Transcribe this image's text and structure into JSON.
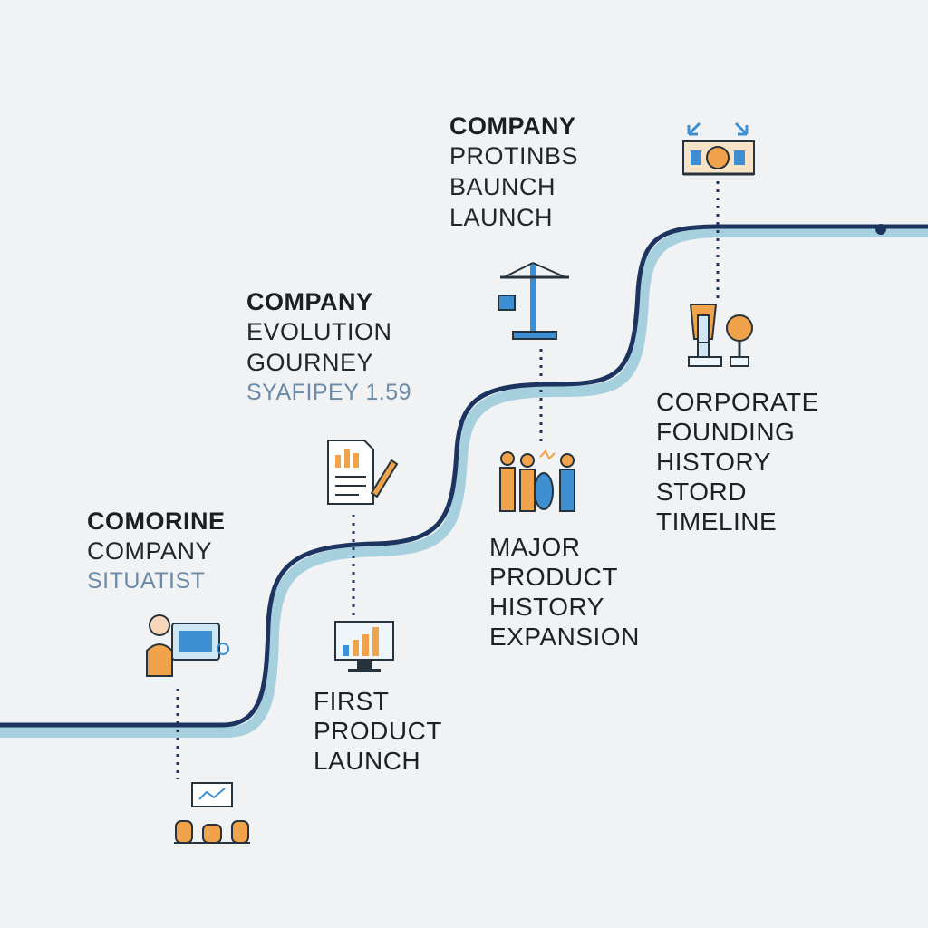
{
  "milestones": [
    {
      "heading": "COMORINE",
      "lines": [
        "COMPANY",
        "SITUATIST"
      ]
    },
    {
      "heading": "COMPANY",
      "lines": [
        "EVOLUTION",
        "GOURNEY",
        "SYAFIPEY 1.59"
      ]
    },
    {
      "heading": "COMPANY",
      "lines": [
        "PROTINBS",
        "BAUNCH",
        "LAUNCH"
      ]
    }
  ],
  "lower_labels": [
    {
      "lines": [
        "FIRST",
        "PRODUCT",
        "LAUNCH"
      ]
    },
    {
      "lines": [
        "MAJOR",
        "PRODUCT",
        "HISTORY",
        "EXPANSION"
      ]
    },
    {
      "lines": [
        "CORPORATE",
        "FOUNDING",
        "HISTORY",
        "STORD",
        "TIMELINE"
      ]
    }
  ],
  "icons": [
    "founder-at-desk-icon",
    "business-presentation-icon",
    "document-report-icon",
    "analytics-monitor-icon",
    "construction-crane-icon",
    "team-celebration-icon",
    "trophy-award-icon",
    "growth-billboard-icon"
  ],
  "colors": {
    "path_dark": "#1d3461",
    "path_light": "#9cc9da",
    "icon_orange": "#f0a34a",
    "icon_blue": "#3d8fd1",
    "icon_dark": "#26323c"
  }
}
